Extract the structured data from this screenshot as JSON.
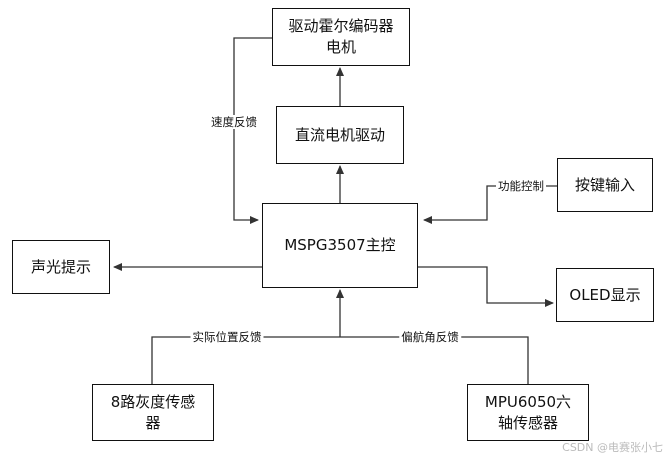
{
  "nodes": {
    "motor": "驱动霍尔编码器\n电机",
    "dc_driver": "直流电机驱动",
    "mcu": "MSPG3507主控",
    "keys": "按键输入",
    "buzzer_led": "声光提示",
    "oled": "OLED显示",
    "gray_sensor": "8路灰度传感\n器",
    "imu": "MPU6050六\n轴传感器"
  },
  "edge_labels": {
    "speed_feedback": "速度反馈",
    "function_control": "功能控制",
    "position_feedback": "实际位置反馈",
    "yaw_feedback": "偏航角反馈"
  },
  "watermark": "CSDN @电赛张小七",
  "colors": {
    "line": "#333333",
    "border": "#111111",
    "background": "#ffffff",
    "watermark": "#bbbbbb"
  }
}
